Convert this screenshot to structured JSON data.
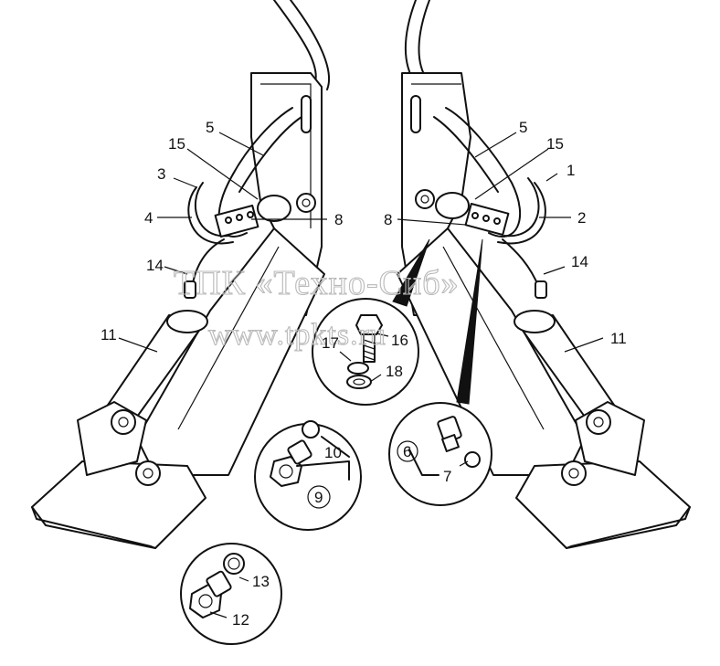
{
  "watermark": {
    "line1": "ТПК «Техно-Сиб»",
    "line2": "www.tpkts.ru"
  },
  "callouts": {
    "n1": "1",
    "n2": "2",
    "n3": "3",
    "n4": "4",
    "n5_left": "5",
    "n5_right": "5",
    "n6": "6",
    "n7": "7",
    "n8_left": "8",
    "n8_right": "8",
    "n9": "9",
    "n10": "10",
    "n11_left": "11",
    "n11_right": "11",
    "n12": "12",
    "n13": "13",
    "n14_left": "14",
    "n14_right": "14",
    "n15_left": "15",
    "n15_right": "15",
    "n16": "16",
    "n17": "17",
    "n18": "18"
  }
}
